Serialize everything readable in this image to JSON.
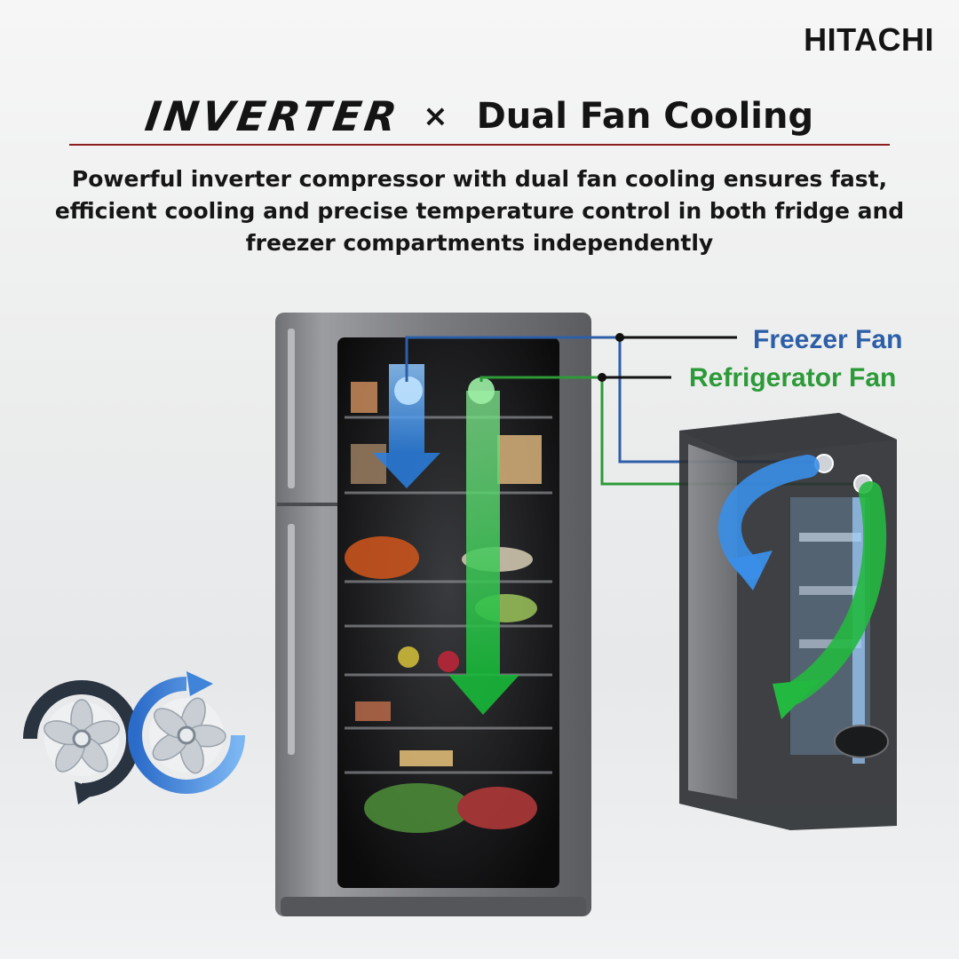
{
  "brand": "HITACHI",
  "heading": {
    "left": "INVERTER",
    "separator": "×",
    "right": "Dual Fan Cooling"
  },
  "description": "Powerful inverter compressor with dual fan cooling ensures fast, efficient cooling and precise temperature control in both fridge and freezer compartments independently",
  "callouts": {
    "freezer_fan": "Freezer Fan",
    "refrigerator_fan": "Refrigerator Fan"
  },
  "colors": {
    "accent_rule": "#8b1d1d",
    "freezer_blue": "#2d5fa8",
    "refrigerator_green": "#2d9a38"
  },
  "icons": [
    "fan-left-icon",
    "fan-right-icon",
    "airflow-blue-arrow-icon",
    "airflow-green-arrow-icon"
  ]
}
